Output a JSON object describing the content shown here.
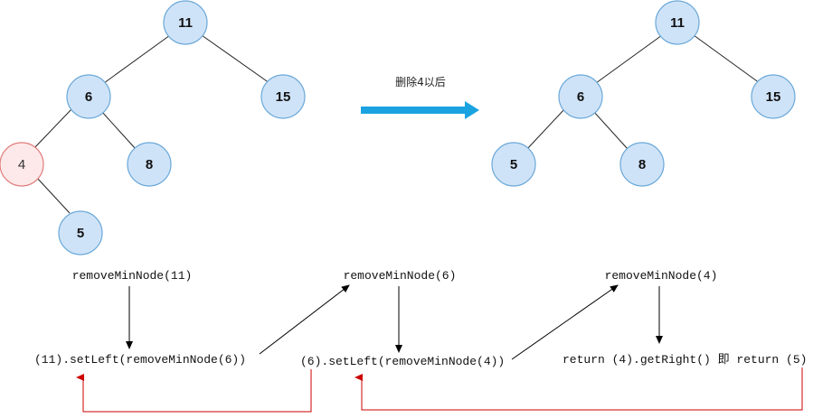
{
  "before_tree": {
    "root": "11",
    "n6": "6",
    "n15": "15",
    "n4": "4",
    "n8": "8",
    "n5": "5"
  },
  "after_tree": {
    "root": "11",
    "n6": "6",
    "n15": "15",
    "n5": "5",
    "n8": "8"
  },
  "transition_label": "删除4以后",
  "calls": {
    "call1": "removeMinNode(11)",
    "call2": "removeMinNode(6)",
    "call3": "removeMinNode(4)"
  },
  "results": {
    "result1": "(11).setLeft(removeMinNode(6))",
    "result2": "(6).setLeft(removeMinNode(4))",
    "result3": "return (4).getRight() 即 return (5)"
  },
  "colors": {
    "node_fill": "#cfe3f8",
    "node_stroke": "#6aa8d8",
    "removed_fill": "#fde9e9",
    "removed_stroke": "#e07b7b",
    "transition_arrow": "#1aa3e0",
    "return_arrow": "#cc0000"
  }
}
